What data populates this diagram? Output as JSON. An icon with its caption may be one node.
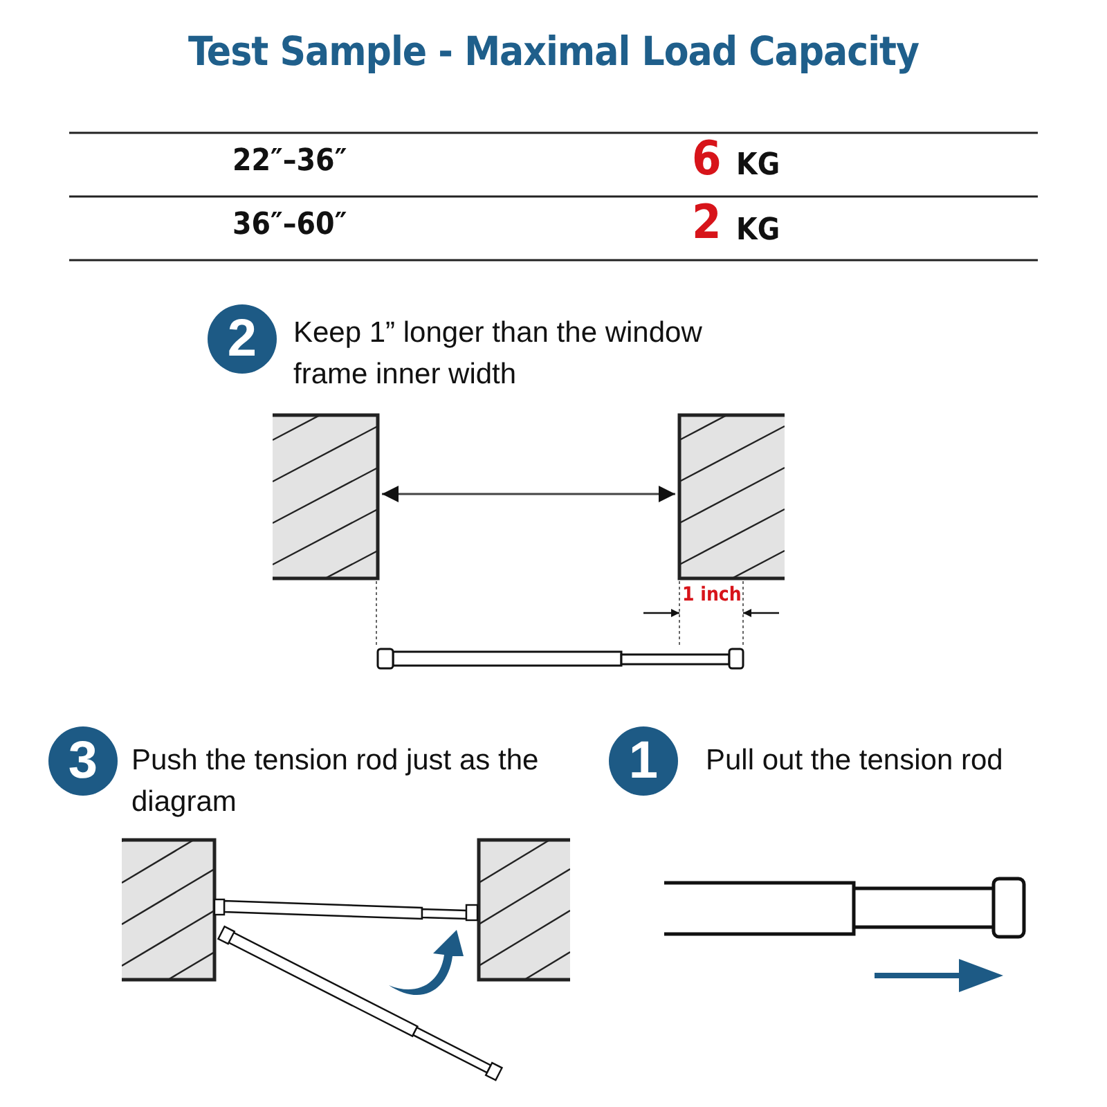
{
  "diagram": {
    "title": "Test Sample - Maximal Load Capacity",
    "nodes": [
      {
        "text": [
          "2"
        ],
        "beside": [
          "Keep 1” longer than the window frame inner width"
        ]
      },
      {
        "text": [
          "3"
        ],
        "beside": [
          "Push the tension rod just as the diagram"
        ]
      },
      {
        "text": [
          "1"
        ],
        "beside": [
          "Pull out the tension rod"
        ]
      }
    ],
    "labels": [
      "22″–36″",
      "6",
      "KG",
      "36″–60″",
      "2",
      "KG",
      "1 inch"
    ]
  }
}
